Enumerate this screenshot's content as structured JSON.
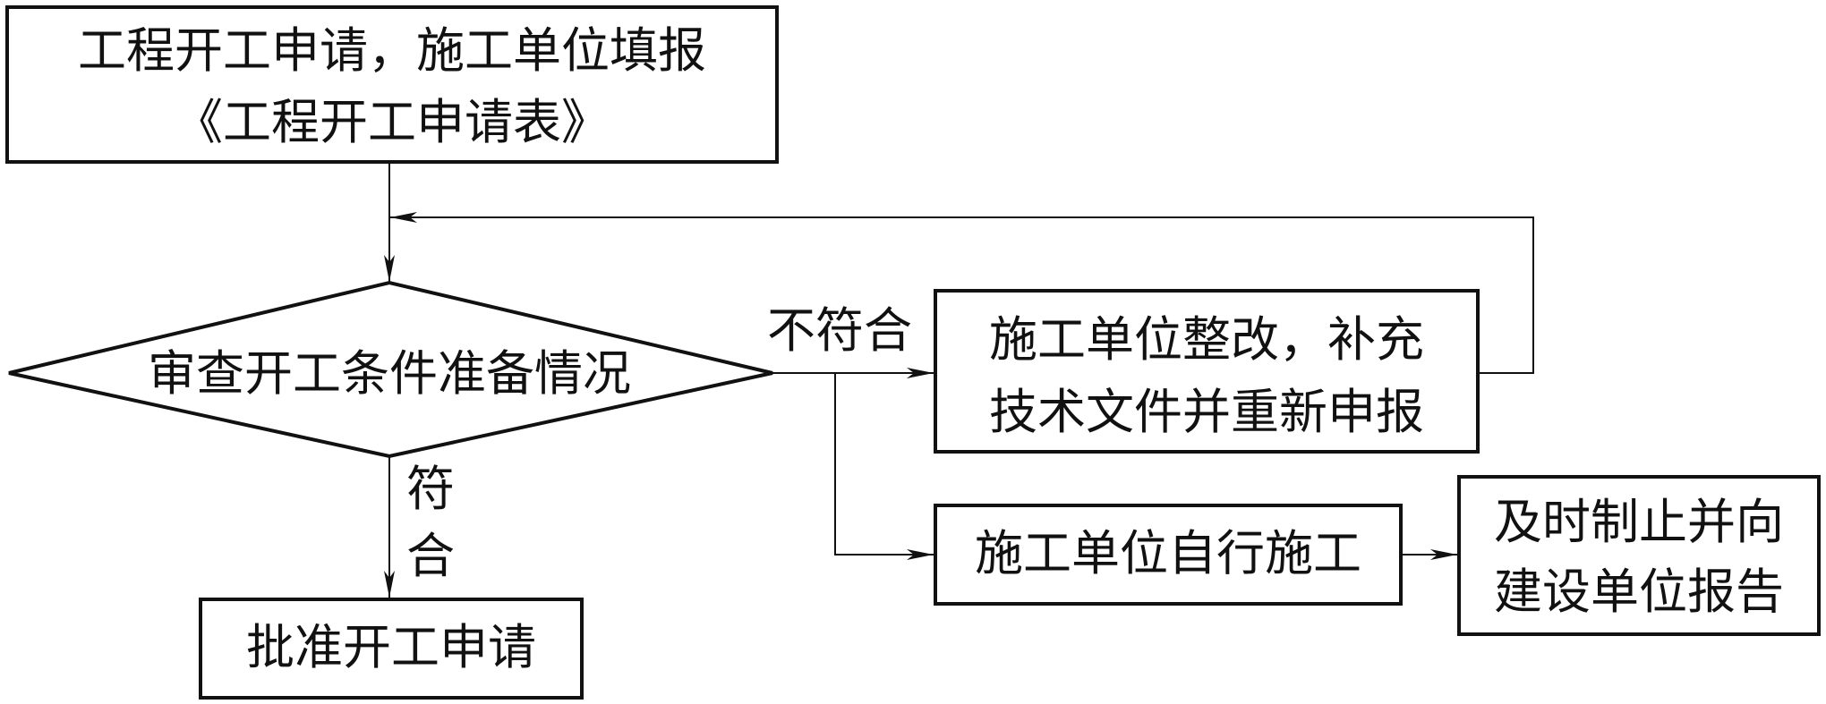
{
  "nodes": {
    "start": {
      "line1": "工程开工申请，施工单位填报",
      "line2": "《工程开工申请表》"
    },
    "decision": {
      "label": "审查开工条件准备情况"
    },
    "approve": {
      "label": "批准开工申请"
    },
    "rectify": {
      "line1": "施工单位整改，补充",
      "line2": "技术文件并重新申报"
    },
    "self_build": {
      "label": "施工单位自行施工"
    },
    "stop": {
      "line1": "及时制止并向",
      "line2": "建设单位报告"
    }
  },
  "edges": {
    "pass": {
      "char1": "符",
      "char2": "合"
    },
    "fail": {
      "label": "不符合"
    }
  },
  "colors": {
    "stroke": "#111111",
    "background": "#ffffff"
  }
}
